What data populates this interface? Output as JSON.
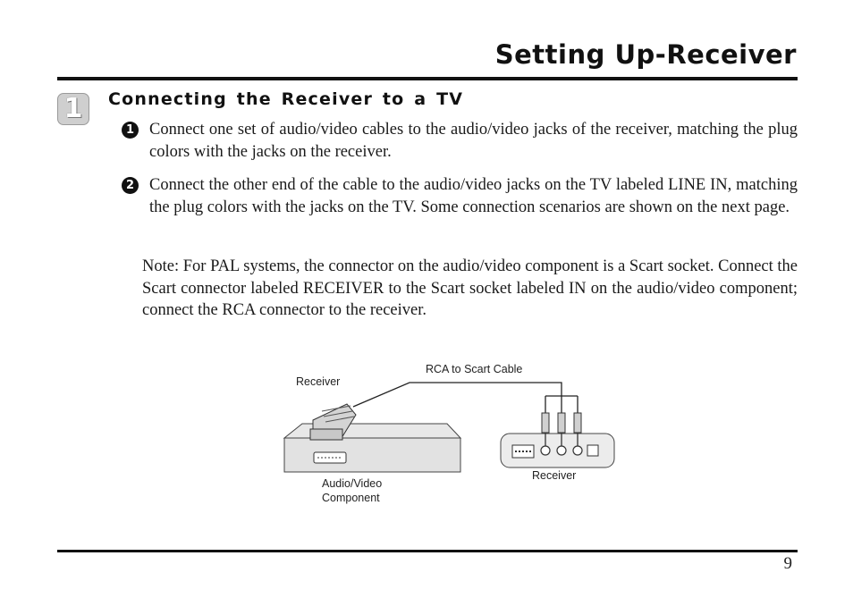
{
  "header": {
    "title": "Setting Up-Receiver"
  },
  "section": {
    "step_number": "1",
    "heading": "Connecting the Receiver to a TV"
  },
  "steps": [
    {
      "number": "1",
      "text": "Connect one set of audio/video cables to the audio/video jacks of the receiver, matching the plug colors with the jacks on the receiver."
    },
    {
      "number": "2",
      "text": "Connect the other end of the cable to the audio/video jacks on the TV labeled LINE IN, matching the plug colors with the jacks on the TV.  Some connection scenarios are shown on the next page."
    }
  ],
  "note": "Note: For PAL systems, the connector on the audio/video component is a Scart socket. Connect the Scart connector labeled RECEIVER to the Scart socket labeled IN on the audio/video component; connect the RCA connector to the receiver.",
  "diagram": {
    "label_receiver_top": "Receiver",
    "label_cable": "RCA to Scart Cable",
    "label_av_line1": "Audio/Video",
    "label_av_line2": "Component",
    "label_receiver_bottom": "Receiver"
  },
  "footer": {
    "page_number": "9"
  }
}
